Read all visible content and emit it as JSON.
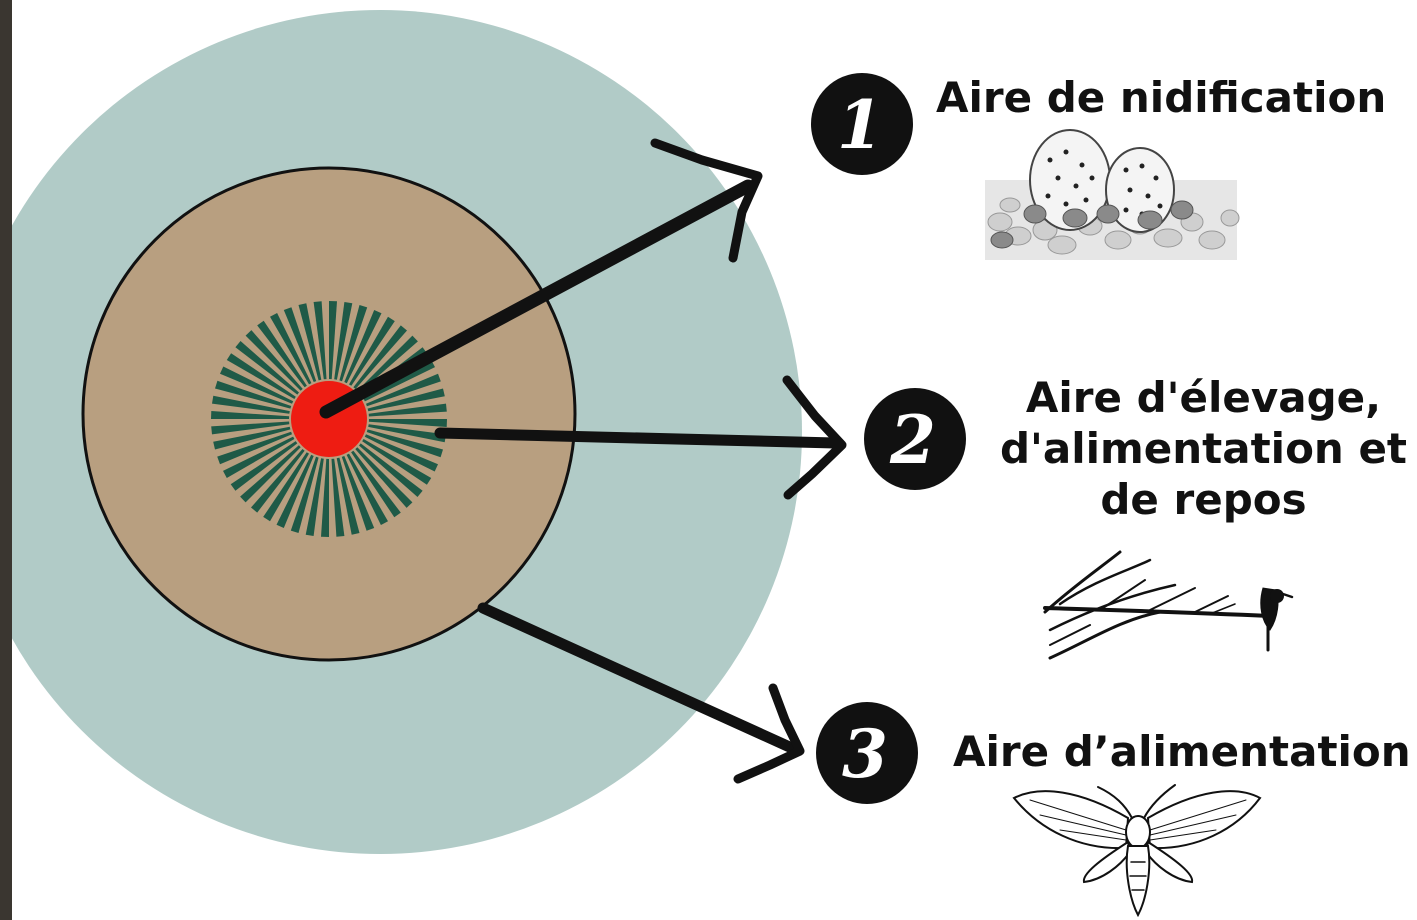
{
  "zones": [
    {
      "number": "1",
      "label": "Aire de nidification",
      "illustration_icon": "eggs-in-nest-icon"
    },
    {
      "number": "2",
      "label": "Aire d'élevage, d'alimentation et de repos",
      "illustration_icon": "bird-on-branch-icon"
    },
    {
      "number": "3",
      "label": "Aire d’alimentation",
      "illustration_icon": "moth-icon"
    }
  ],
  "colors": {
    "left_border": "#3a3630",
    "outer_ring": "#b1cbc7",
    "middle_ring": "#b89f80",
    "sunburst": "#1f5a47",
    "center": "#ee1c12",
    "ink": "#111111"
  }
}
